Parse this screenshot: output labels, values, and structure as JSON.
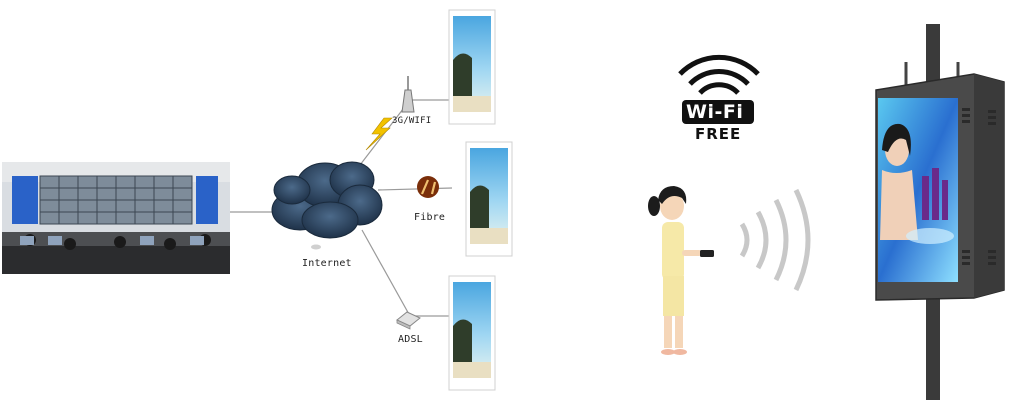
{
  "diagram": {
    "nodes": {
      "internet": {
        "label": "Internet"
      },
      "wireless": {
        "label": "3G/WIFI"
      },
      "fibre": {
        "label": "Fibre"
      },
      "adsl": {
        "label": "ADSL"
      }
    },
    "wifi_badge": {
      "brand": "Wi-Fi",
      "sub": "FREE"
    }
  },
  "colors": {
    "cloud": "#2f4660",
    "link_line": "#9a9a9a",
    "lightning": "#f2c200",
    "fibre_icon": "#8a3a10",
    "screen_frame": "#ffffff",
    "kiosk_body": "#4a4a4a"
  }
}
